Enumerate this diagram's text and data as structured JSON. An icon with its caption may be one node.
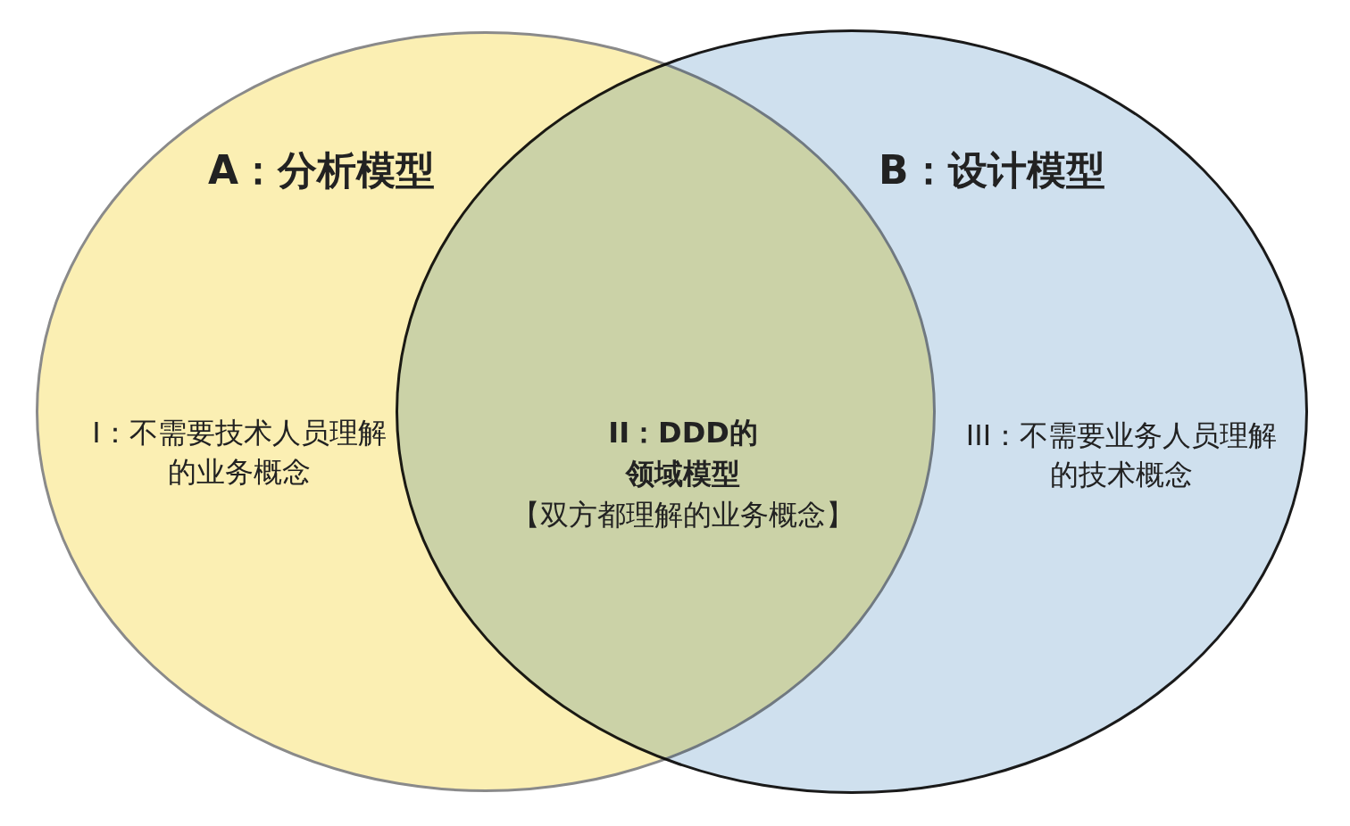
{
  "diagram": {
    "nodes": [
      {
        "text": [
          "A：分析模型",
          "I：不需要技术人员理解的业务概念"
        ]
      },
      {
        "text": [
          "B：设计模型",
          "III：不需要业务人员理解的技术概念"
        ]
      }
    ],
    "labels": [
      "II：DDD的领域模型",
      "【双方都理解的业务概念】"
    ]
  }
}
